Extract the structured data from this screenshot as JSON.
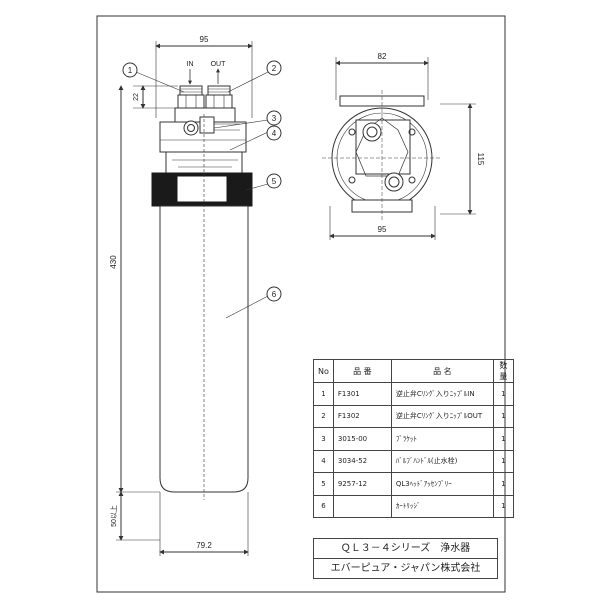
{
  "dimensions": {
    "top_width": "95",
    "height_22": "22",
    "overall_height": "430",
    "bottom_clearance": "50以上",
    "cartridge_diameter": "79.2",
    "plan_width_82": "82",
    "plan_height_115": "115",
    "plan_width_95": "95"
  },
  "port_labels": {
    "in": "IN",
    "out": "OUT"
  },
  "balloons": [
    "1",
    "2",
    "3",
    "4",
    "5",
    "6"
  ],
  "parts_table": {
    "headers": [
      "No",
      "品 番",
      "品 名",
      "数量"
    ],
    "rows": [
      {
        "no": "1",
        "code": "F1301",
        "name": "逆止弁Cﾘﾝｸﾞ入りﾆｯﾌﾟﾙIN",
        "qty": "1"
      },
      {
        "no": "2",
        "code": "F1302",
        "name": "逆止弁Cﾘﾝｸﾞ入りﾆｯﾌﾟﾙOUT",
        "qty": "1"
      },
      {
        "no": "3",
        "code": "3015-00",
        "name": "ﾌﾞﾗｹｯﾄ",
        "qty": "1"
      },
      {
        "no": "4",
        "code": "3034-52",
        "name": "ﾊﾞﾙﾌﾞﾊﾝﾄﾞﾙ(止水栓)",
        "qty": "1"
      },
      {
        "no": "5",
        "code": "9257-12",
        "name": "QL3ﾍｯﾄﾞｱｯｾﾝﾌﾞﾘｰ",
        "qty": "1"
      },
      {
        "no": "6",
        "code": "",
        "name": "ｶｰﾄﾘｯｼﾞ",
        "qty": "1"
      }
    ]
  },
  "title_block": {
    "series": "ＱＬ３－４シリーズ　浄水器",
    "company": "エバーピュア・ジャパン株式会社"
  }
}
